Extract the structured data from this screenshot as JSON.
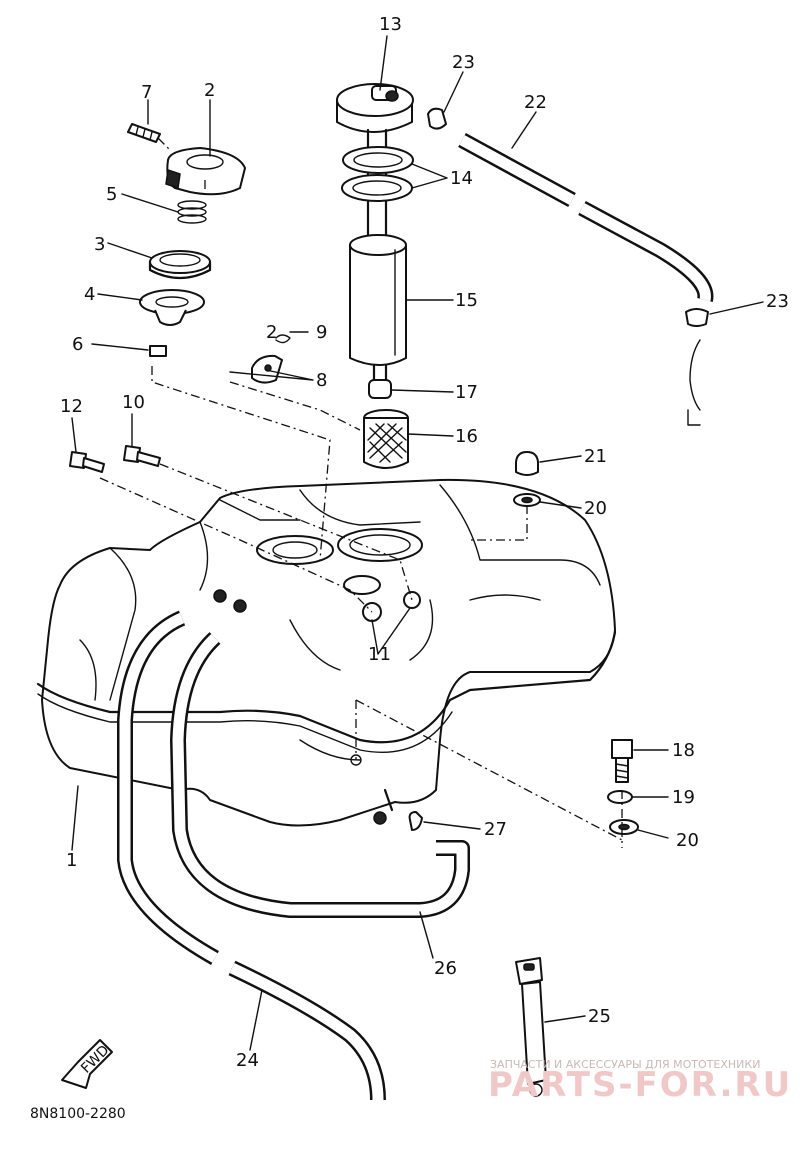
{
  "diagram": {
    "drawing_code": "8N8100-2280",
    "direction_label": "FWD",
    "callouts": {
      "c1": "1",
      "c2": "2",
      "c2b": "2",
      "c3": "3",
      "c4": "4",
      "c5": "5",
      "c6": "6",
      "c7": "7",
      "c8": "8",
      "c9": "9",
      "c10": "10",
      "c11": "11",
      "c12": "12",
      "c13": "13",
      "c14": "14",
      "c15": "15",
      "c16": "16",
      "c17": "17",
      "c18": "18",
      "c19": "19",
      "c20a": "20",
      "c20b": "20",
      "c21": "21",
      "c22": "22",
      "c23a": "23",
      "c23b": "23",
      "c24": "24",
      "c25": "25",
      "c26": "26",
      "c27": "27"
    }
  },
  "watermark": {
    "tagline": "ЗАПЧАСТИ И АКСЕССУАРЫ ДЛЯ МОТОТЕХНИКИ",
    "site": "PARTS-FOR.RU"
  }
}
